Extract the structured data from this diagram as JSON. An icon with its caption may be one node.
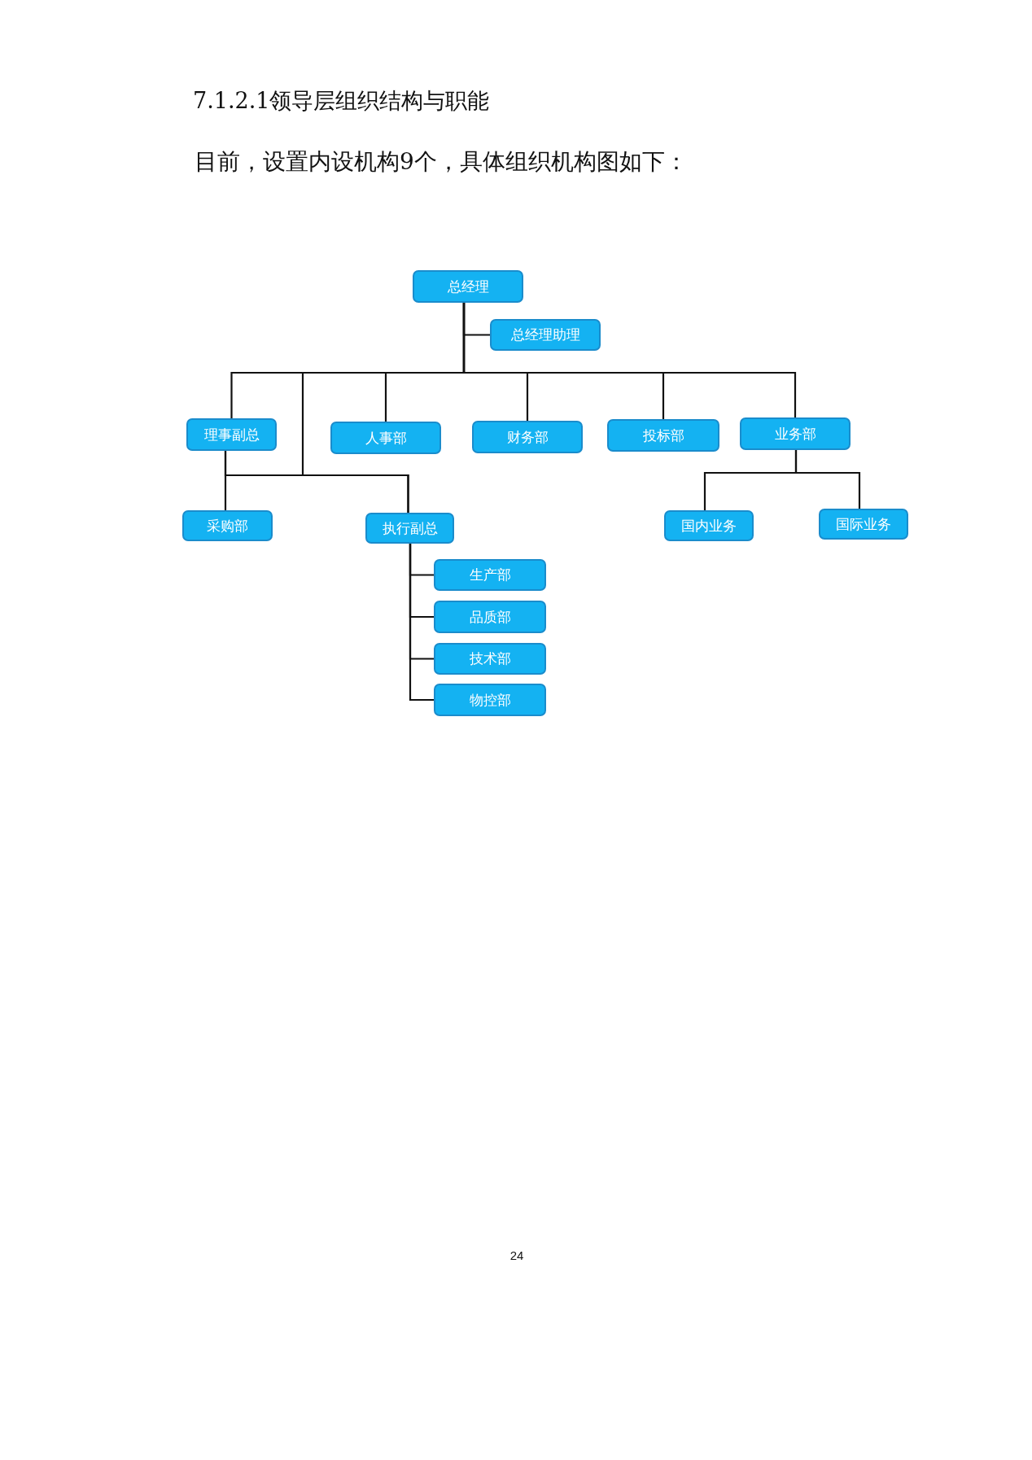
{
  "diagram": {
    "title": "7.1.2.1领导层组织结构与职能",
    "nodes": [
      {
        "text": [
          "总经理"
        ]
      },
      {
        "text": [
          "总经理助理"
        ]
      },
      {
        "text": [
          "理事副总"
        ]
      },
      {
        "text": [
          "人事部"
        ]
      },
      {
        "text": [
          "财务部"
        ]
      },
      {
        "text": [
          "投标部"
        ]
      },
      {
        "text": [
          "业务部"
        ]
      },
      {
        "text": [
          "采购部"
        ]
      },
      {
        "text": [
          "执行副总"
        ]
      },
      {
        "text": [
          "国内业务"
        ]
      },
      {
        "text": [
          "国际业务"
        ]
      },
      {
        "text": [
          "生产部"
        ]
      },
      {
        "text": [
          "品质部"
        ]
      },
      {
        "text": [
          "技术部"
        ]
      },
      {
        "text": [
          "物控部"
        ]
      }
    ],
    "edges": [
      {
        "from": 0,
        "to": 1,
        "arrow": "none"
      },
      {
        "from": 0,
        "to": 2,
        "arrow": "none"
      },
      {
        "from": 0,
        "to": 3,
        "arrow": "none"
      },
      {
        "from": 0,
        "to": 4,
        "arrow": "none"
      },
      {
        "from": 0,
        "to": 5,
        "arrow": "none"
      },
      {
        "from": 0,
        "to": 6,
        "arrow": "none"
      },
      {
        "from": 0,
        "to": 8,
        "arrow": "none"
      },
      {
        "from": 2,
        "to": 7,
        "arrow": "none"
      },
      {
        "from": 2,
        "to": 8,
        "arrow": "none"
      },
      {
        "from": 6,
        "to": 9,
        "arrow": "none"
      },
      {
        "from": 6,
        "to": 10,
        "arrow": "none"
      },
      {
        "from": 8,
        "to": 11,
        "arrow": "none"
      },
      {
        "from": 8,
        "to": 12,
        "arrow": "none"
      },
      {
        "from": 8,
        "to": 13,
        "arrow": "none"
      },
      {
        "from": 8,
        "to": 14,
        "arrow": "none"
      }
    ],
    "labels": [
      "目前，设置内设机构9个，具体组织机构图如下：",
      "24"
    ]
  }
}
